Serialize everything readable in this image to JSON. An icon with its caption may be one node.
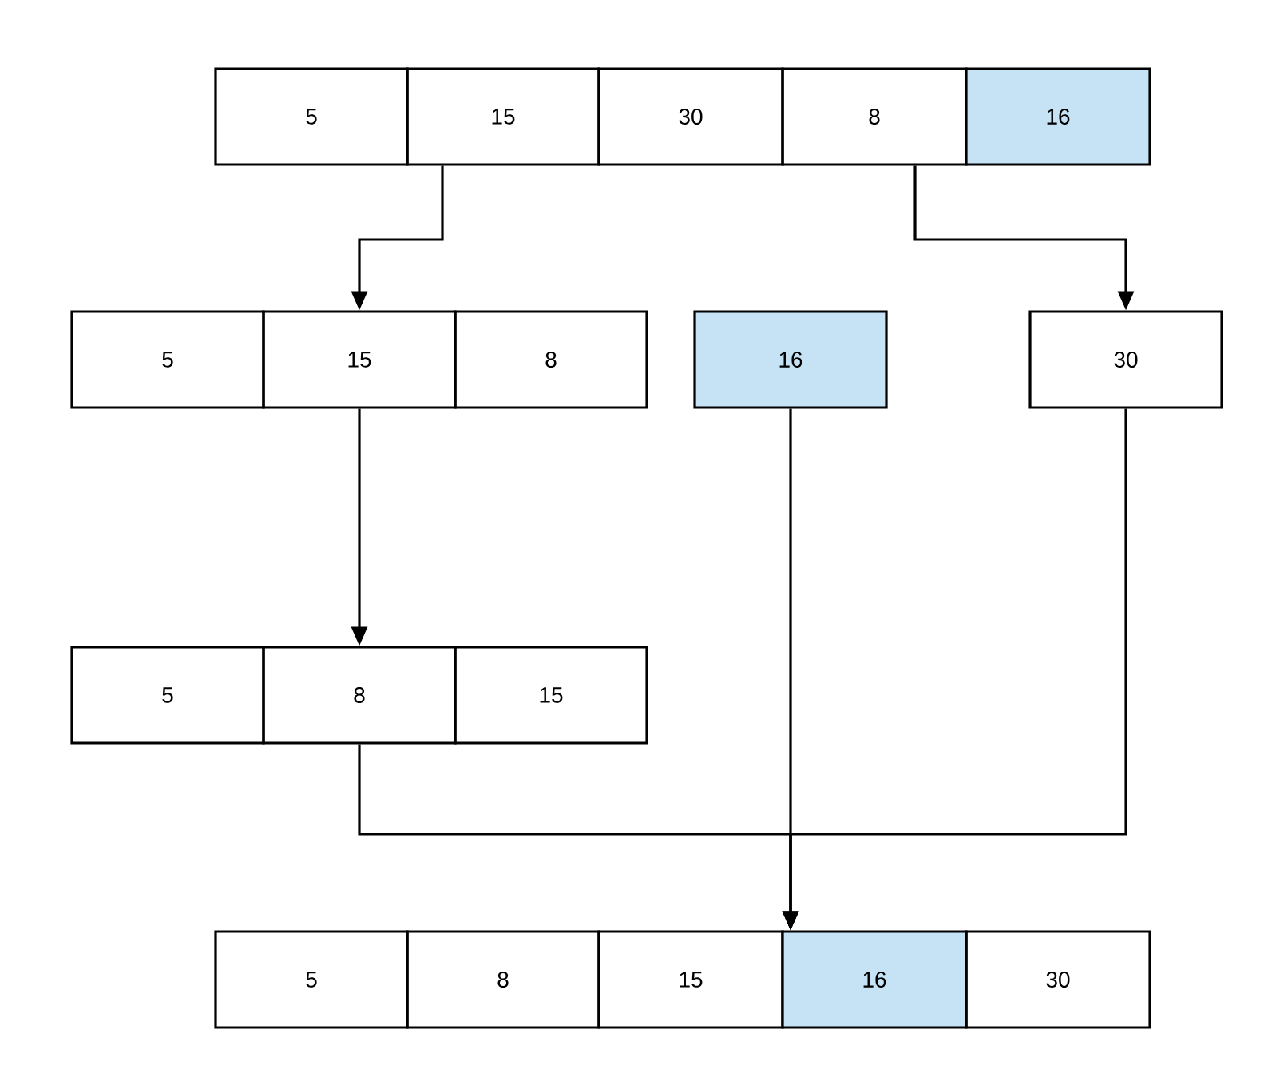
{
  "diagram": {
    "nodes": [
      {
        "text": [
          "5"
        ]
      },
      {
        "text": [
          "15"
        ]
      },
      {
        "text": [
          "30"
        ]
      },
      {
        "text": [
          "8"
        ]
      },
      {
        "text": [
          "16"
        ]
      },
      {
        "text": [
          "5"
        ]
      },
      {
        "text": [
          "15"
        ]
      },
      {
        "text": [
          "8"
        ]
      },
      {
        "text": [
          "16"
        ]
      },
      {
        "text": [
          "30"
        ]
      },
      {
        "text": [
          "5"
        ]
      },
      {
        "text": [
          "8"
        ]
      },
      {
        "text": [
          "15"
        ]
      },
      {
        "text": [
          "5"
        ]
      },
      {
        "text": [
          "8"
        ]
      },
      {
        "text": [
          "15"
        ]
      },
      {
        "text": [
          "16"
        ]
      },
      {
        "text": [
          "30"
        ]
      }
    ],
    "edges": [
      {
        "from": 1,
        "to": 6,
        "arrow": "to"
      },
      {
        "from": 3,
        "to": 9,
        "arrow": "to"
      },
      {
        "from": 6,
        "to": 11,
        "arrow": "to"
      },
      {
        "from": 8,
        "to": 16,
        "arrow": "to"
      },
      {
        "from": 11,
        "to": 16,
        "arrow": "to"
      },
      {
        "from": 9,
        "to": 16,
        "arrow": "to"
      }
    ]
  }
}
